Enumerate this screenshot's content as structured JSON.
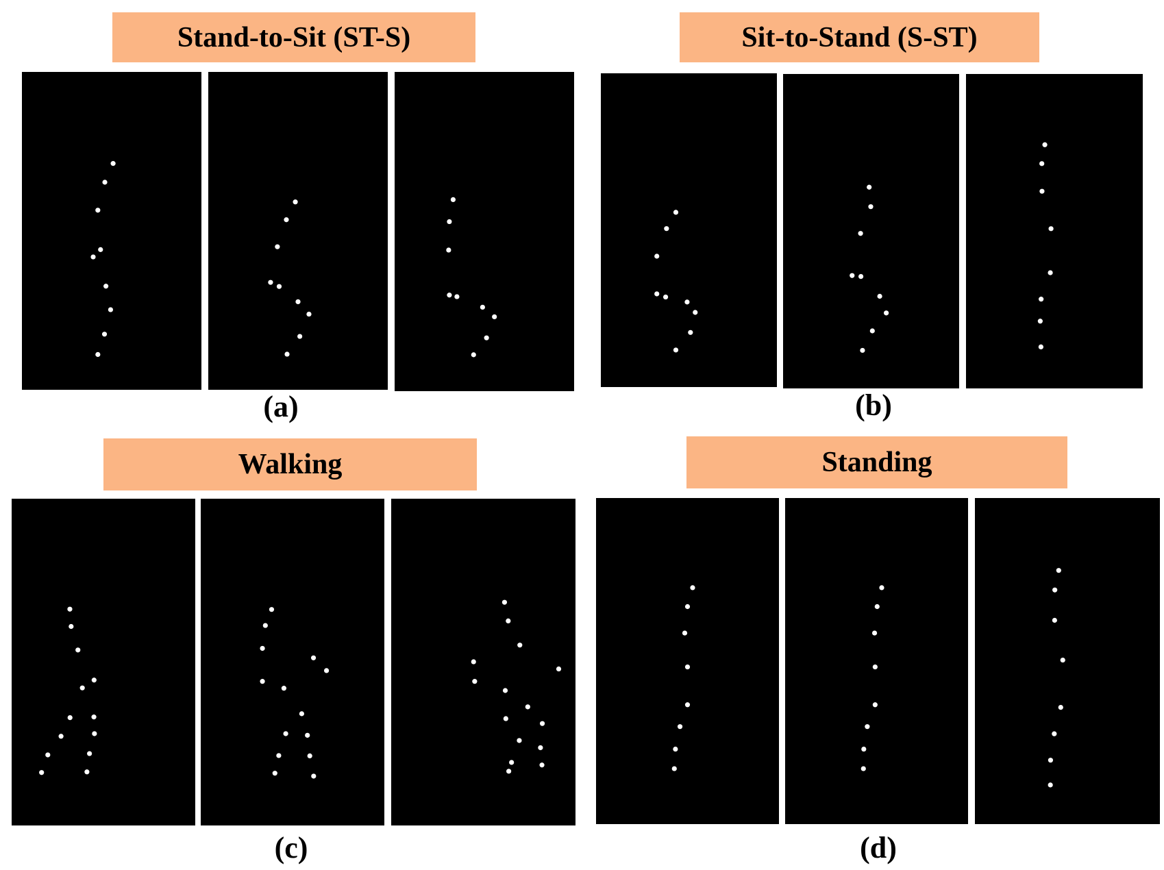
{
  "accent_color": "#FBB584",
  "frame_color": "#000000",
  "dot_color": "#FFFFFF",
  "panels": [
    {
      "id": "a",
      "title": "Stand-to-Sit (ST-S)",
      "caption": "(a)",
      "frames": [
        [
          [
            0.508,
            0.288
          ],
          [
            0.462,
            0.347
          ],
          [
            0.423,
            0.435
          ],
          [
            0.438,
            0.559
          ],
          [
            0.397,
            0.582
          ],
          [
            0.468,
            0.674
          ],
          [
            0.494,
            0.748
          ],
          [
            0.46,
            0.825
          ],
          [
            0.423,
            0.889
          ]
        ],
        [
          [
            0.485,
            0.409
          ],
          [
            0.435,
            0.465
          ],
          [
            0.385,
            0.55
          ],
          [
            0.347,
            0.662
          ],
          [
            0.395,
            0.675
          ],
          [
            0.5,
            0.723
          ],
          [
            0.561,
            0.762
          ],
          [
            0.51,
            0.832
          ],
          [
            0.439,
            0.888
          ]
        ],
        [
          [
            0.326,
            0.4
          ],
          [
            0.305,
            0.469
          ],
          [
            0.301,
            0.558
          ],
          [
            0.305,
            0.699
          ],
          [
            0.347,
            0.704
          ],
          [
            0.49,
            0.737
          ],
          [
            0.556,
            0.767
          ],
          [
            0.512,
            0.833
          ],
          [
            0.44,
            0.886
          ]
        ]
      ]
    },
    {
      "id": "b",
      "title": "Sit-to-Stand (S-ST)",
      "caption": "(b)",
      "frames": [
        [
          [
            0.426,
            0.443
          ],
          [
            0.373,
            0.495
          ],
          [
            0.318,
            0.583
          ],
          [
            0.318,
            0.703
          ],
          [
            0.368,
            0.713
          ],
          [
            0.49,
            0.729
          ],
          [
            0.536,
            0.762
          ],
          [
            0.509,
            0.826
          ],
          [
            0.426,
            0.882
          ]
        ],
        [
          [
            0.489,
            0.36
          ],
          [
            0.498,
            0.422
          ],
          [
            0.44,
            0.507
          ],
          [
            0.392,
            0.641
          ],
          [
            0.442,
            0.644
          ],
          [
            0.549,
            0.707
          ],
          [
            0.586,
            0.76
          ],
          [
            0.507,
            0.817
          ],
          [
            0.451,
            0.879
          ]
        ],
        [
          [
            0.446,
            0.225
          ],
          [
            0.429,
            0.285
          ],
          [
            0.43,
            0.373
          ],
          [
            0.481,
            0.492
          ],
          [
            0.477,
            0.632
          ],
          [
            0.425,
            0.716
          ],
          [
            0.42,
            0.786
          ],
          [
            0.424,
            0.868
          ]
        ]
      ]
    },
    {
      "id": "c",
      "title": "Walking",
      "caption": "(c)",
      "frames": [
        [
          [
            0.317,
            0.338
          ],
          [
            0.324,
            0.391
          ],
          [
            0.361,
            0.463
          ],
          [
            0.449,
            0.555
          ],
          [
            0.385,
            0.579
          ],
          [
            0.448,
            0.668
          ],
          [
            0.318,
            0.67
          ],
          [
            0.451,
            0.719
          ],
          [
            0.269,
            0.727
          ],
          [
            0.424,
            0.78
          ],
          [
            0.197,
            0.784
          ],
          [
            0.41,
            0.836
          ],
          [
            0.163,
            0.838
          ]
        ],
        [
          [
            0.386,
            0.339
          ],
          [
            0.352,
            0.388
          ],
          [
            0.336,
            0.458
          ],
          [
            0.614,
            0.487
          ],
          [
            0.685,
            0.526
          ],
          [
            0.336,
            0.559
          ],
          [
            0.453,
            0.58
          ],
          [
            0.55,
            0.658
          ],
          [
            0.463,
            0.719
          ],
          [
            0.581,
            0.724
          ],
          [
            0.425,
            0.786
          ],
          [
            0.594,
            0.787
          ],
          [
            0.404,
            0.84
          ],
          [
            0.615,
            0.849
          ]
        ],
        [
          [
            0.615,
            0.317
          ],
          [
            0.635,
            0.374
          ],
          [
            0.698,
            0.448
          ],
          [
            0.447,
            0.499
          ],
          [
            0.909,
            0.521
          ],
          [
            0.453,
            0.559
          ],
          [
            0.619,
            0.587
          ],
          [
            0.741,
            0.637
          ],
          [
            0.622,
            0.673
          ],
          [
            0.82,
            0.688
          ],
          [
            0.695,
            0.74
          ],
          [
            0.81,
            0.762
          ],
          [
            0.653,
            0.807
          ],
          [
            0.818,
            0.815
          ],
          [
            0.638,
            0.834
          ]
        ]
      ]
    },
    {
      "id": "d",
      "title": "Standing",
      "caption": "(d)",
      "frames": [
        [
          [
            0.528,
            0.275
          ],
          [
            0.5,
            0.333
          ],
          [
            0.485,
            0.414
          ],
          [
            0.5,
            0.518
          ],
          [
            0.5,
            0.634
          ],
          [
            0.459,
            0.701
          ],
          [
            0.434,
            0.77
          ],
          [
            0.428,
            0.83
          ]
        ],
        [
          [
            0.528,
            0.275
          ],
          [
            0.503,
            0.333
          ],
          [
            0.489,
            0.414
          ],
          [
            0.492,
            0.518
          ],
          [
            0.492,
            0.634
          ],
          [
            0.449,
            0.701
          ],
          [
            0.43,
            0.77
          ],
          [
            0.428,
            0.83
          ]
        ],
        [
          [
            0.453,
            0.222
          ],
          [
            0.432,
            0.282
          ],
          [
            0.431,
            0.375
          ],
          [
            0.475,
            0.497
          ],
          [
            0.464,
            0.642
          ],
          [
            0.429,
            0.723
          ],
          [
            0.409,
            0.804
          ],
          [
            0.408,
            0.88
          ]
        ]
      ]
    }
  ]
}
